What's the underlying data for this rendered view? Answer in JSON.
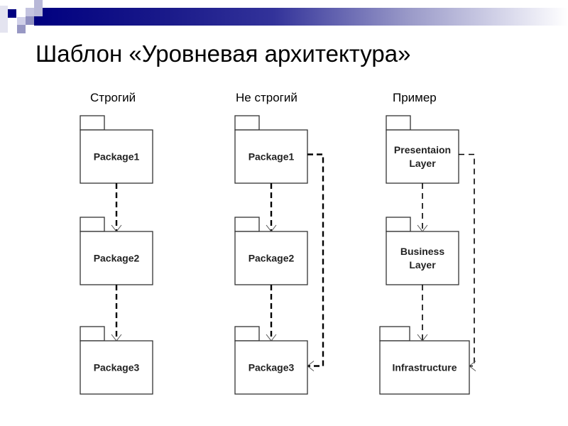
{
  "slide": {
    "title": "Шаблон «Уровневая архитектура»",
    "accent_color": "#000080"
  },
  "columns": [
    {
      "label": "Строгий",
      "packages": [
        {
          "lines": [
            "Package1"
          ]
        },
        {
          "lines": [
            "Package2"
          ]
        },
        {
          "lines": [
            "Package3"
          ]
        }
      ]
    },
    {
      "label": "Не строгий",
      "packages": [
        {
          "lines": [
            "Package1"
          ]
        },
        {
          "lines": [
            "Package2"
          ]
        },
        {
          "lines": [
            "Package3"
          ]
        }
      ]
    },
    {
      "label": "Пример",
      "packages": [
        {
          "lines": [
            "Presentaion",
            "Layer"
          ]
        },
        {
          "lines": [
            "Business",
            "Layer"
          ]
        },
        {
          "lines": [
            "Infrastructure"
          ]
        }
      ]
    }
  ],
  "dependencies": [
    {
      "column": 0,
      "from": 0,
      "to": 1
    },
    {
      "column": 0,
      "from": 1,
      "to": 2
    },
    {
      "column": 1,
      "from": 0,
      "to": 1
    },
    {
      "column": 1,
      "from": 1,
      "to": 2
    },
    {
      "column": 1,
      "from": 0,
      "to": 2,
      "bypass": true
    },
    {
      "column": 2,
      "from": 0,
      "to": 1
    },
    {
      "column": 2,
      "from": 1,
      "to": 2
    },
    {
      "column": 2,
      "from": 0,
      "to": 2,
      "bypass": true
    }
  ]
}
